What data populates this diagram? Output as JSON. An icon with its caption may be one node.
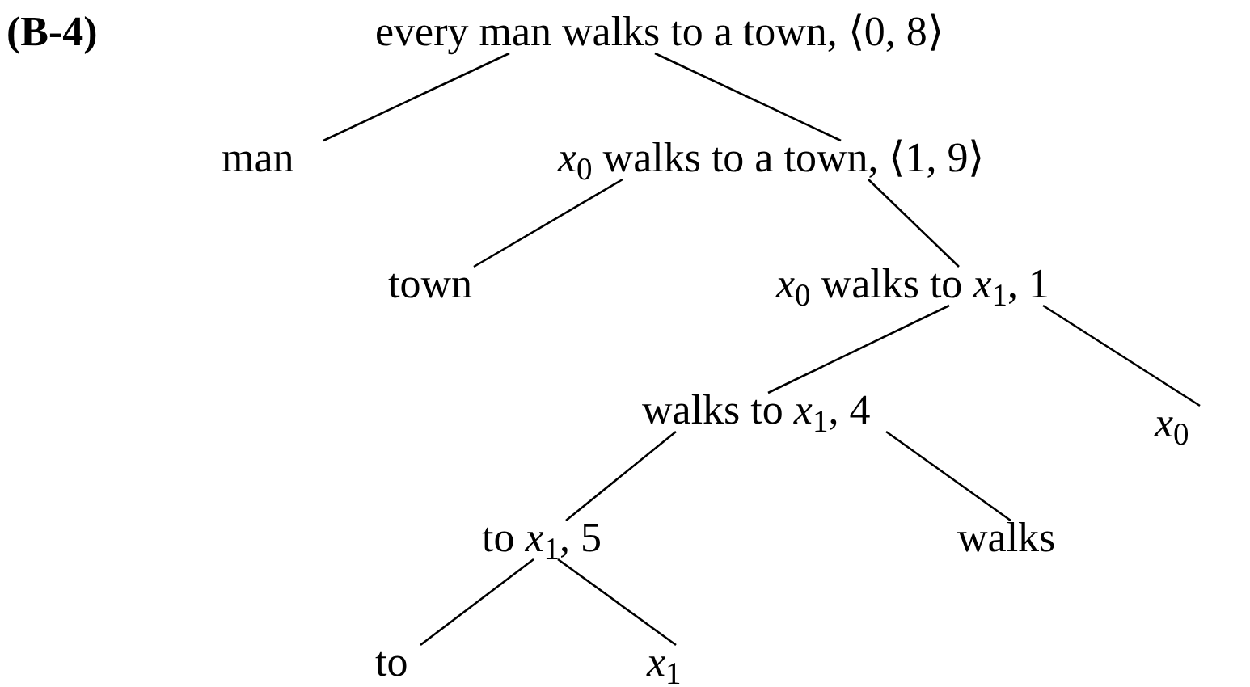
{
  "diagram": {
    "nodes": [
      {
        "text": [
          "every man walks to a town, ⟨0, 8⟩"
        ]
      },
      {
        "text": [
          "man"
        ]
      },
      {
        "text": [
          "*x*$_{0}$ walks to a town, ⟨1, 9⟩"
        ]
      },
      {
        "text": [
          "town"
        ]
      },
      {
        "text": [
          "*x*$_{0}$ walks to *x*$_{1}$, 1"
        ]
      },
      {
        "text": [
          "walks to *x*$_{1}$, 4"
        ]
      },
      {
        "text": [
          "*x*$_{0}$"
        ]
      },
      {
        "text": [
          "to *x*$_{1}$, 5"
        ]
      },
      {
        "text": [
          "walks"
        ]
      },
      {
        "text": [
          "to"
        ]
      },
      {
        "text": [
          "*x*$_{1}$"
        ]
      }
    ],
    "edges": [
      {
        "from": 0,
        "to": 1,
        "arrow": "none"
      },
      {
        "from": 0,
        "to": 2,
        "arrow": "none"
      },
      {
        "from": 2,
        "to": 3,
        "arrow": "none"
      },
      {
        "from": 2,
        "to": 4,
        "arrow": "none"
      },
      {
        "from": 4,
        "to": 5,
        "arrow": "none"
      },
      {
        "from": 4,
        "to": 6,
        "arrow": "none"
      },
      {
        "from": 5,
        "to": 7,
        "arrow": "none"
      },
      {
        "from": 5,
        "to": 8,
        "arrow": "none"
      },
      {
        "from": 7,
        "to": 9,
        "arrow": "none"
      },
      {
        "from": 7,
        "to": 10,
        "arrow": "none"
      }
    ],
    "labels": [
      "(B-4)"
    ]
  }
}
